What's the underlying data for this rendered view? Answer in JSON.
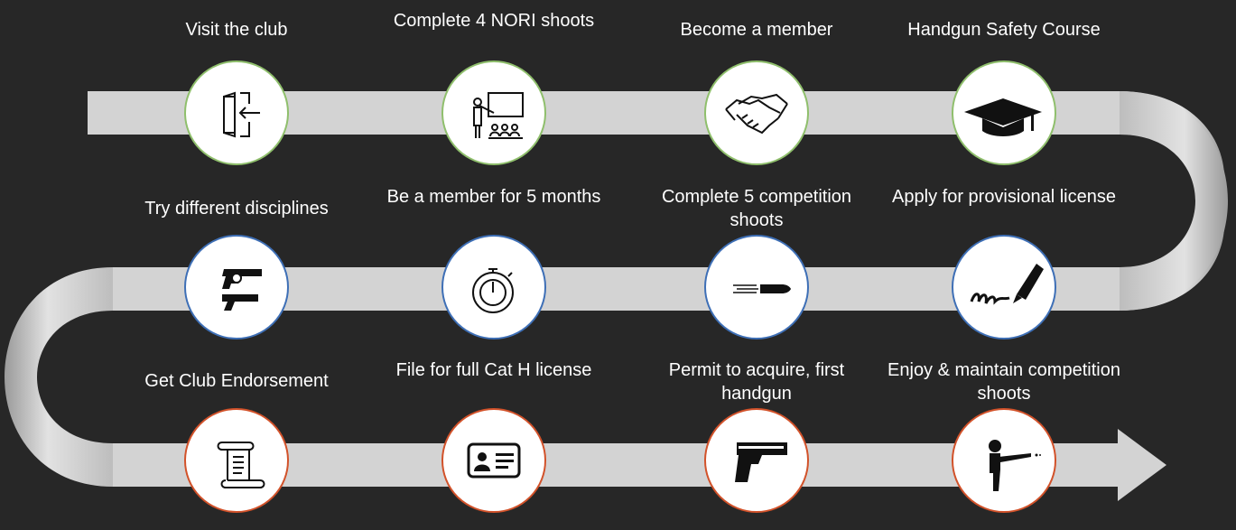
{
  "colors": {
    "background": "#272727",
    "arrow": "#d3d3d3",
    "row1_border": "#8fbf6c",
    "row2_border": "#3e6fb6",
    "row3_border": "#d2522a"
  },
  "steps": [
    {
      "label": "Visit the club",
      "icon": "door-enter-icon"
    },
    {
      "label": "Complete 4 NORI shoots",
      "icon": "presentation-icon"
    },
    {
      "label": "Become a member",
      "icon": "handshake-icon"
    },
    {
      "label": "Handgun Safety Course",
      "icon": "graduation-cap-icon"
    },
    {
      "label": "Try different disciplines",
      "icon": "pistols-icon"
    },
    {
      "label": "Be a member for 5 months",
      "icon": "stopwatch-icon"
    },
    {
      "label": "Complete 5 competition shoots",
      "icon": "bullet-icon"
    },
    {
      "label": "Apply for provisional license",
      "icon": "pen-signature-icon"
    },
    {
      "label": "Get Club Endorsement",
      "icon": "scroll-icon"
    },
    {
      "label": "File for full Cat H license",
      "icon": "id-card-icon"
    },
    {
      "label": "Permit to acquire, first handgun",
      "icon": "handgun-icon"
    },
    {
      "label": "Enjoy & maintain competition shoots",
      "icon": "shooter-icon"
    }
  ]
}
